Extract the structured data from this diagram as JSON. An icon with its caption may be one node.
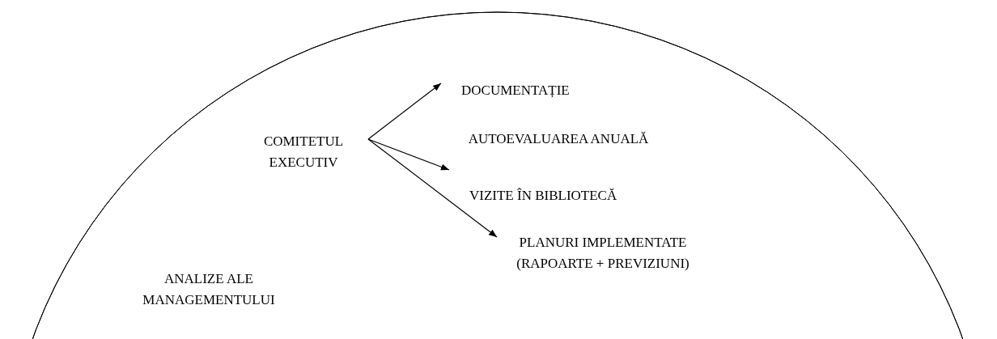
{
  "diagram": {
    "nodes": [
      {
        "text": [
          "COMITETUL EXECUTIV"
        ]
      },
      {
        "text": [
          "DOCUMENTAȚIE"
        ]
      },
      {
        "text": [
          "VIZITE ÎN BIBLIOTECĂ"
        ]
      },
      {
        "text": [
          "PLANURI IMPLEMENTATE (RAPOARTE + PREVIZIUNI)"
        ]
      }
    ],
    "edges": [
      {
        "from": 0,
        "to": 1,
        "arrow": "to"
      },
      {
        "from": 0,
        "to": 2,
        "arrow": "to"
      },
      {
        "from": 0,
        "to": 3,
        "arrow": "to"
      }
    ],
    "labels": [
      "AUTOEVALUAREA ANUALĂ",
      "ANALIZE ALE MANAGEMENTULUI"
    ]
  }
}
